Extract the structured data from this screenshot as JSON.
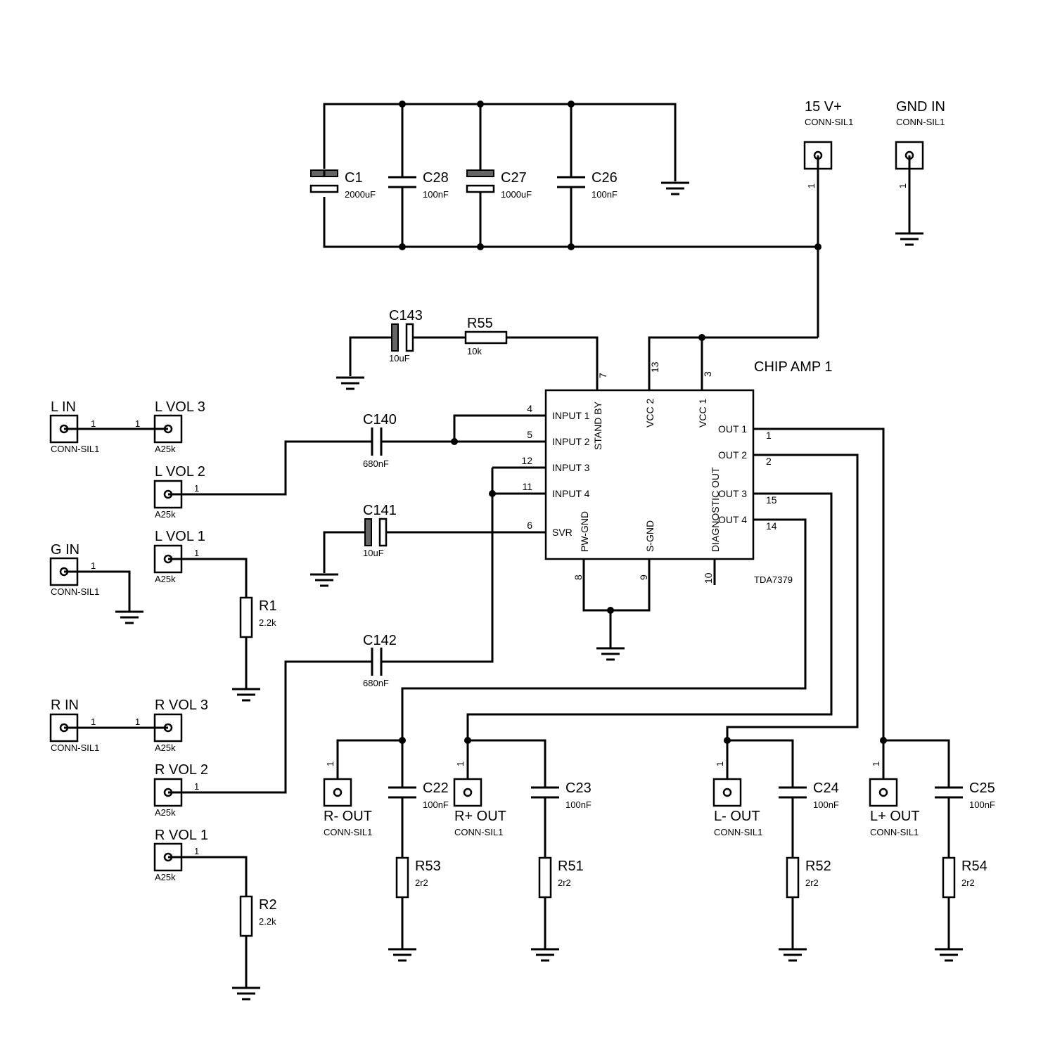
{
  "chip": {
    "ref": "CHIP AMP 1",
    "part": "TDA7379",
    "left_pins": [
      {
        "name": "INPUT 1",
        "num": "4"
      },
      {
        "name": "INPUT 2",
        "num": "5"
      },
      {
        "name": "INPUT 3",
        "num": "12"
      },
      {
        "name": "INPUT 4",
        "num": "11"
      },
      {
        "name": "SVR",
        "num": "6"
      }
    ],
    "right_pins": [
      {
        "name": "OUT 1",
        "num": "1"
      },
      {
        "name": "OUT 2",
        "num": "2"
      },
      {
        "name": "OUT 3",
        "num": "15"
      },
      {
        "name": "OUT 4",
        "num": "14"
      }
    ],
    "top_pins": [
      {
        "name": "STAND BY",
        "num": "7"
      },
      {
        "name": "VCC 2",
        "num": "13"
      },
      {
        "name": "VCC 1",
        "num": "3"
      }
    ],
    "bottom_pins": [
      {
        "name": "PW-GND",
        "num": "8"
      },
      {
        "name": "S-GND",
        "num": "9"
      },
      {
        "name": "DIAGNOSTIC OUT",
        "num": "10"
      }
    ]
  },
  "caps": {
    "C1": {
      "ref": "C1",
      "val": "2000uF"
    },
    "C28": {
      "ref": "C28",
      "val": "100nF"
    },
    "C27": {
      "ref": "C27",
      "val": "1000uF"
    },
    "C26": {
      "ref": "C26",
      "val": "100nF"
    },
    "C143": {
      "ref": "C143",
      "val": "10uF"
    },
    "C140": {
      "ref": "C140",
      "val": "680nF"
    },
    "C141": {
      "ref": "C141",
      "val": "10uF"
    },
    "C142": {
      "ref": "C142",
      "val": "680nF"
    },
    "C22": {
      "ref": "C22",
      "val": "100nF"
    },
    "C23": {
      "ref": "C23",
      "val": "100nF"
    },
    "C24": {
      "ref": "C24",
      "val": "100nF"
    },
    "C25": {
      "ref": "C25",
      "val": "100nF"
    }
  },
  "res": {
    "R55": {
      "ref": "R55",
      "val": "10k"
    },
    "R1": {
      "ref": "R1",
      "val": "2.2k"
    },
    "R2": {
      "ref": "R2",
      "val": "2.2k"
    },
    "R53": {
      "ref": "R53",
      "val": "2r2"
    },
    "R51": {
      "ref": "R51",
      "val": "2r2"
    },
    "R52": {
      "ref": "R52",
      "val": "2r2"
    },
    "R54": {
      "ref": "R54",
      "val": "2r2"
    }
  },
  "conn": {
    "V15": {
      "ref": "15 V+",
      "type": "CONN-SIL1",
      "pin": "1"
    },
    "GNDIN": {
      "ref": "GND IN",
      "type": "CONN-SIL1",
      "pin": "1"
    },
    "LIN": {
      "ref": "L IN",
      "type": "CONN-SIL1",
      "pin": "1"
    },
    "LVOL3": {
      "ref": "L VOL 3",
      "type": "A25k",
      "pin": "1"
    },
    "LVOL2": {
      "ref": "L VOL 2",
      "type": "A25k",
      "pin": "1"
    },
    "GIN": {
      "ref": "G IN",
      "type": "CONN-SIL1",
      "pin": "1"
    },
    "LVOL1": {
      "ref": "L VOL 1",
      "type": "A25k",
      "pin": "1"
    },
    "RIN": {
      "ref": "R IN",
      "type": "CONN-SIL1",
      "pin": "1"
    },
    "RVOL3": {
      "ref": "R VOL 3",
      "type": "A25k",
      "pin": "1"
    },
    "RVOL2": {
      "ref": "R VOL 2",
      "type": "A25k",
      "pin": "1"
    },
    "RVOL1": {
      "ref": "R VOL 1",
      "type": "A25k",
      "pin": "1"
    },
    "RMOUT": {
      "ref": "R- OUT",
      "type": "CONN-SIL1",
      "pin": "1"
    },
    "RPOUT": {
      "ref": "R+ OUT",
      "type": "CONN-SIL1",
      "pin": "1"
    },
    "LMOUT": {
      "ref": "L- OUT",
      "type": "CONN-SIL1",
      "pin": "1"
    },
    "LPOUT": {
      "ref": "L+ OUT",
      "type": "CONN-SIL1",
      "pin": "1"
    }
  }
}
